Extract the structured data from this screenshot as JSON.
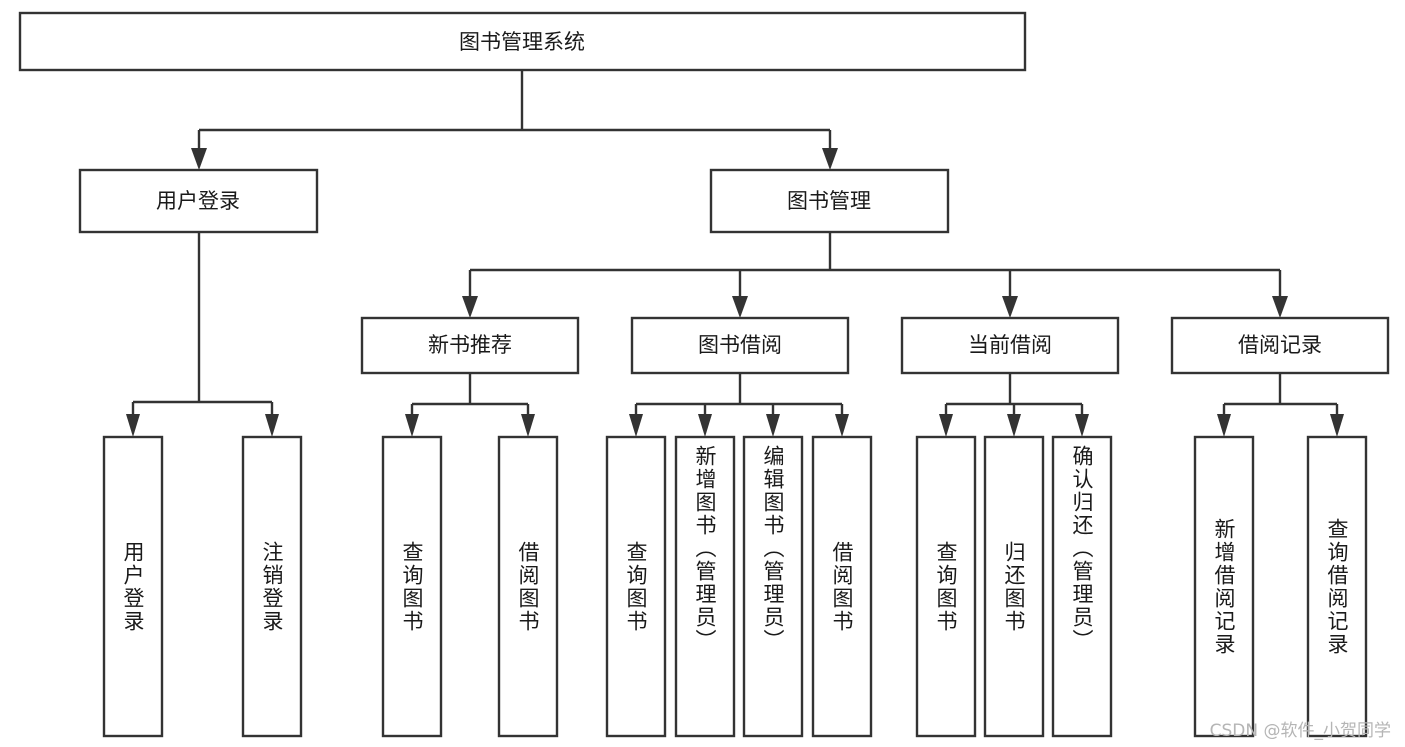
{
  "diagram": {
    "type": "tree",
    "title": "图书管理系统",
    "orientation": "top-down",
    "colors": {
      "box_fill": "#ffffff",
      "box_stroke": "#333333",
      "text": "#1a1a1a",
      "watermark": "#b5b5b5",
      "background": "#ffffff"
    },
    "root": {
      "id": "root",
      "label": "图书管理系统"
    },
    "level2": [
      {
        "id": "user-login",
        "label": "用户登录"
      },
      {
        "id": "book-manage",
        "label": "图书管理"
      }
    ],
    "level3": [
      {
        "id": "new-book-rec",
        "label": "新书推荐",
        "parent": "book-manage"
      },
      {
        "id": "book-borrow",
        "label": "图书借阅",
        "parent": "book-manage"
      },
      {
        "id": "current-borrow",
        "label": "当前借阅",
        "parent": "book-manage"
      },
      {
        "id": "borrow-record",
        "label": "借阅记录",
        "parent": "book-manage"
      }
    ],
    "leaves": {
      "user-login": [
        {
          "id": "leaf-user-login",
          "label": "用户登录"
        },
        {
          "id": "leaf-user-logout",
          "label": "注销登录"
        }
      ],
      "new-book-rec": [
        {
          "id": "leaf-query-book-1",
          "label": "查询图书"
        },
        {
          "id": "leaf-borrow-book-1",
          "label": "借阅图书"
        }
      ],
      "book-borrow": [
        {
          "id": "leaf-query-book-2",
          "label": "查询图书"
        },
        {
          "id": "leaf-add-book",
          "label": "新增图书（管理员）"
        },
        {
          "id": "leaf-edit-book",
          "label": "编辑图书（管理员）"
        },
        {
          "id": "leaf-borrow-book-2",
          "label": "借阅图书"
        }
      ],
      "current-borrow": [
        {
          "id": "leaf-query-book-3",
          "label": "查询图书"
        },
        {
          "id": "leaf-return-book",
          "label": "归还图书"
        },
        {
          "id": "leaf-confirm-return",
          "label": "确认归还（管理员）"
        }
      ],
      "borrow-record": [
        {
          "id": "leaf-add-record",
          "label": "新增借阅记录"
        },
        {
          "id": "leaf-query-record",
          "label": "查询借阅记录"
        }
      ]
    }
  },
  "watermark": {
    "text": "CSDN @软件_小贺同学"
  }
}
